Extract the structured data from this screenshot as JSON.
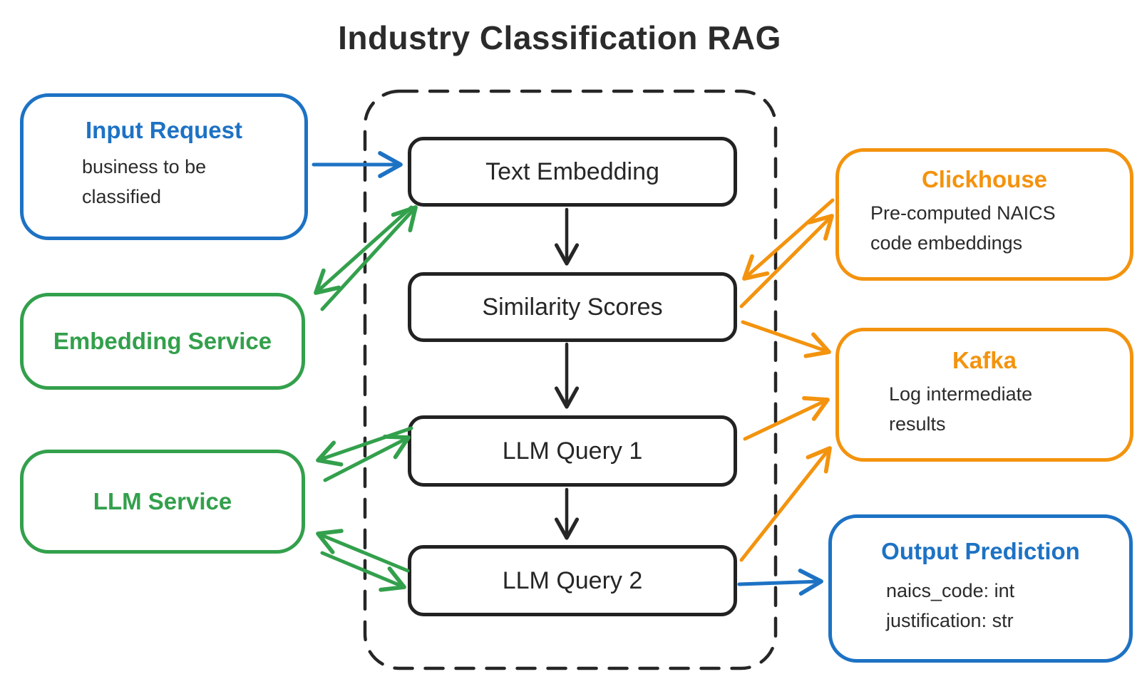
{
  "title": "Industry Classification RAG",
  "colors": {
    "blue": "#1d72c4",
    "green": "#33a04c",
    "orange": "#f3930e",
    "dark": "#262626"
  },
  "left_nodes": [
    {
      "id": "input-request",
      "label": "Input Request",
      "color": "blue",
      "description_lines": [
        "business to be",
        "classified"
      ]
    },
    {
      "id": "embedding-service",
      "label": "Embedding Service",
      "color": "green",
      "description_lines": []
    },
    {
      "id": "llm-service",
      "label": "LLM Service",
      "color": "green",
      "description_lines": []
    }
  ],
  "pipeline": {
    "container_style": "dashed-rounded-rectangle",
    "nodes": [
      {
        "id": "text-embedding",
        "label": "Text Embedding"
      },
      {
        "id": "similarity-scores",
        "label": "Similarity Scores"
      },
      {
        "id": "llm-query-1",
        "label": "LLM Query 1"
      },
      {
        "id": "llm-query-2",
        "label": "LLM Query 2"
      }
    ]
  },
  "right_nodes": [
    {
      "id": "clickhouse",
      "label": "Clickhouse",
      "color": "orange",
      "description_lines": [
        "Pre-computed NAICS",
        "code embeddings"
      ]
    },
    {
      "id": "kafka",
      "label": "Kafka",
      "color": "orange",
      "description_lines": [
        "Log intermediate",
        "results"
      ]
    },
    {
      "id": "output-prediction",
      "label": "Output Prediction",
      "color": "blue",
      "description_lines": [
        "naics_code: int",
        "justification: str"
      ]
    }
  ],
  "edges": [
    {
      "from": "input-request",
      "to": "text-embedding",
      "color": "blue",
      "bidirectional": false
    },
    {
      "from": "embedding-service",
      "to": "text-embedding",
      "color": "green",
      "bidirectional": true
    },
    {
      "from": "llm-service",
      "to": "llm-query-1",
      "color": "green",
      "bidirectional": true
    },
    {
      "from": "llm-service",
      "to": "llm-query-2",
      "color": "green",
      "bidirectional": true
    },
    {
      "from": "clickhouse",
      "to": "similarity-scores",
      "color": "orange",
      "bidirectional": true
    },
    {
      "from": "similarity-scores",
      "to": "kafka",
      "color": "orange",
      "bidirectional": false
    },
    {
      "from": "llm-query-1",
      "to": "kafka",
      "color": "orange",
      "bidirectional": false
    },
    {
      "from": "llm-query-2",
      "to": "kafka",
      "color": "orange",
      "bidirectional": false
    },
    {
      "from": "llm-query-2",
      "to": "output-prediction",
      "color": "blue",
      "bidirectional": false
    },
    {
      "from": "text-embedding",
      "to": "similarity-scores",
      "color": "dark",
      "bidirectional": false
    },
    {
      "from": "similarity-scores",
      "to": "llm-query-1",
      "color": "dark",
      "bidirectional": false
    },
    {
      "from": "llm-query-1",
      "to": "llm-query-2",
      "color": "dark",
      "bidirectional": false
    }
  ]
}
